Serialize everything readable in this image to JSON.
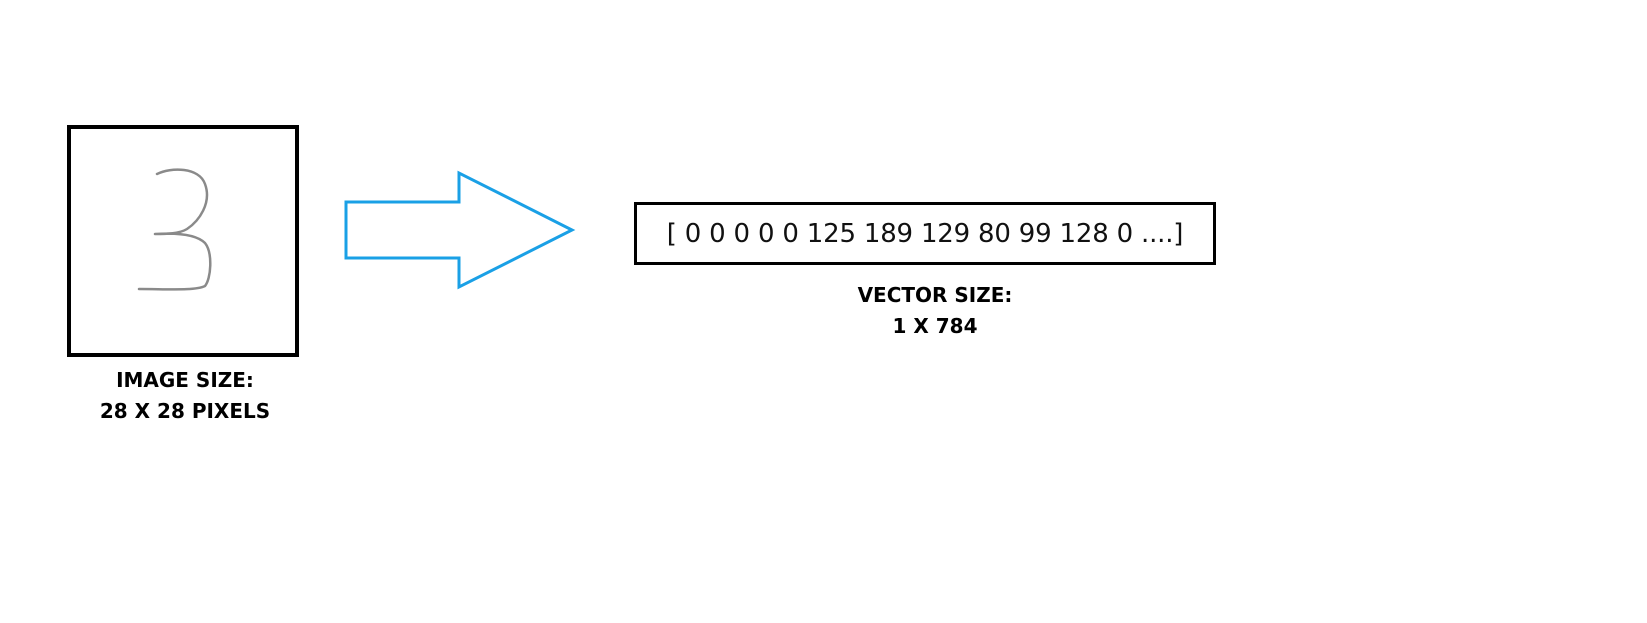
{
  "image_block": {
    "digit_glyph": "3",
    "digit_color": "#8a8a8a",
    "size_label_line1": "IMAGE SIZE:",
    "size_label_line2": "28 X 28 PIXELS"
  },
  "arrow": {
    "icon": "right-arrow-icon",
    "color": "#1aa0e6"
  },
  "vector_block": {
    "content": "[ 0 0 0 0 0 125 189 129 80 99 128 0 ....]",
    "size_label_line1": "VECTOR SIZE:",
    "size_label_line2": "1 X 784"
  }
}
